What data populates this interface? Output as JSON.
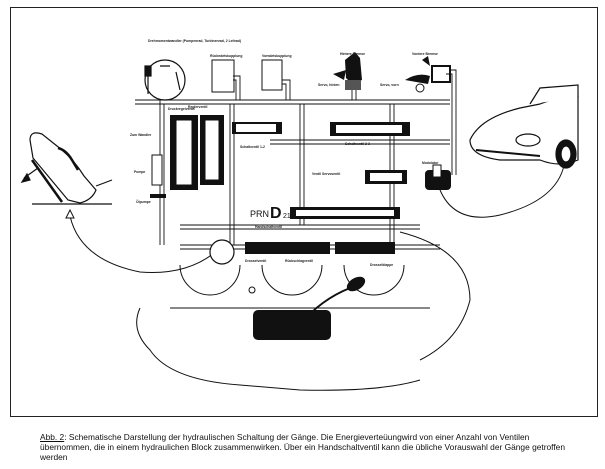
{
  "figure": {
    "caption_label": "Abb. 2",
    "caption_text": ": Schematische Darstellung der hydraulischen Schaltung der Gänge. Die Energieverteüungwird von einer Anzahl von Ventilen übernommen, die in einem hydraulichen Block zusammenwirken. Über ein Handschaltventil kann die übliche Vorauswahl der Gänge getroffen werden",
    "selector_text": "PRN",
    "selector_big": "D",
    "selector_small": "21"
  },
  "labels": {
    "drehmomentwandler": "Drehmomentwandler (Pumpenrad, Turbinenrad, 2 Leitrad)",
    "bremse_kupplung": "Rückwärtskupplung",
    "vorwaerts_kupplung": "Vorwärtskupplung",
    "hinten_bremse": "Hintere Bremse",
    "vorder_bremse": "Vordere Bremse",
    "servo_hinten": "Servo, hinten",
    "servo_vorn": "Servo, vorn",
    "regler": "Reglerventil",
    "druckregler": "Druckregelventil",
    "zum_wandler": "Zum Wandler",
    "pumpe": "Pumpe",
    "oelpumpe": "Ölpumpe",
    "schaltventil_12": "Schaltventil 1-2",
    "schaltventil_23": "Schaltventil 2-3",
    "ventil_servo": "Ventil Servoventil",
    "modulator": "Modulator",
    "handschaltventil": "Handschaltventil",
    "drosselventil": "Drosselventil",
    "rueckschlag": "Rückschlagventil",
    "drosselklappe": "Drosselklappe"
  }
}
